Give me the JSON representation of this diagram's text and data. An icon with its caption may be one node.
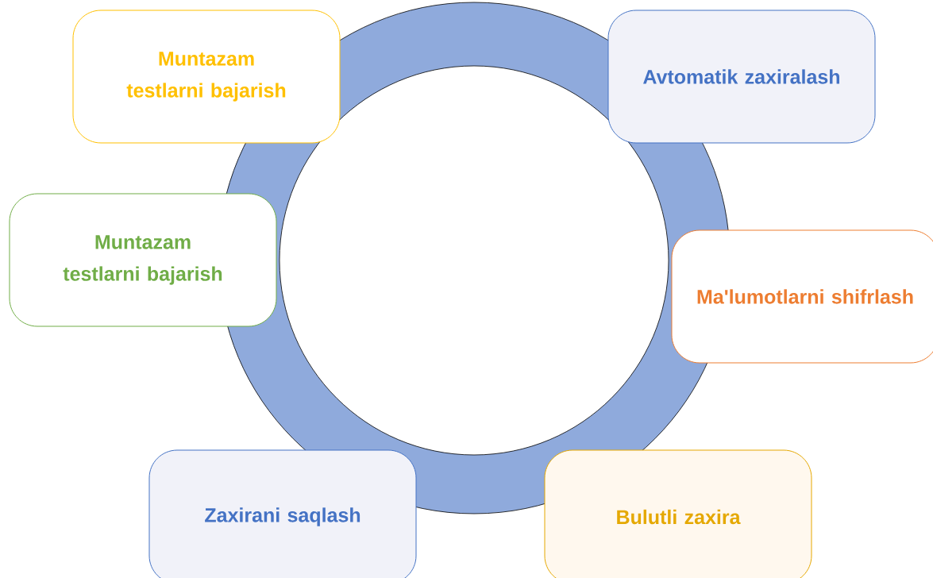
{
  "diagram": {
    "nodes": [
      {
        "text": [
          "Muntazam testlarni bajarish"
        ]
      },
      {
        "text": [
          "Avtomatik zaxiralash"
        ]
      },
      {
        "text": [
          "Muntazam testlarni bajarish"
        ]
      },
      {
        "text": [
          "Ma'lumotlarni shifrlash"
        ]
      },
      {
        "text": [
          "Zaxirani saqlash"
        ]
      },
      {
        "text": [
          "Bulutli zaxira"
        ]
      }
    ]
  }
}
